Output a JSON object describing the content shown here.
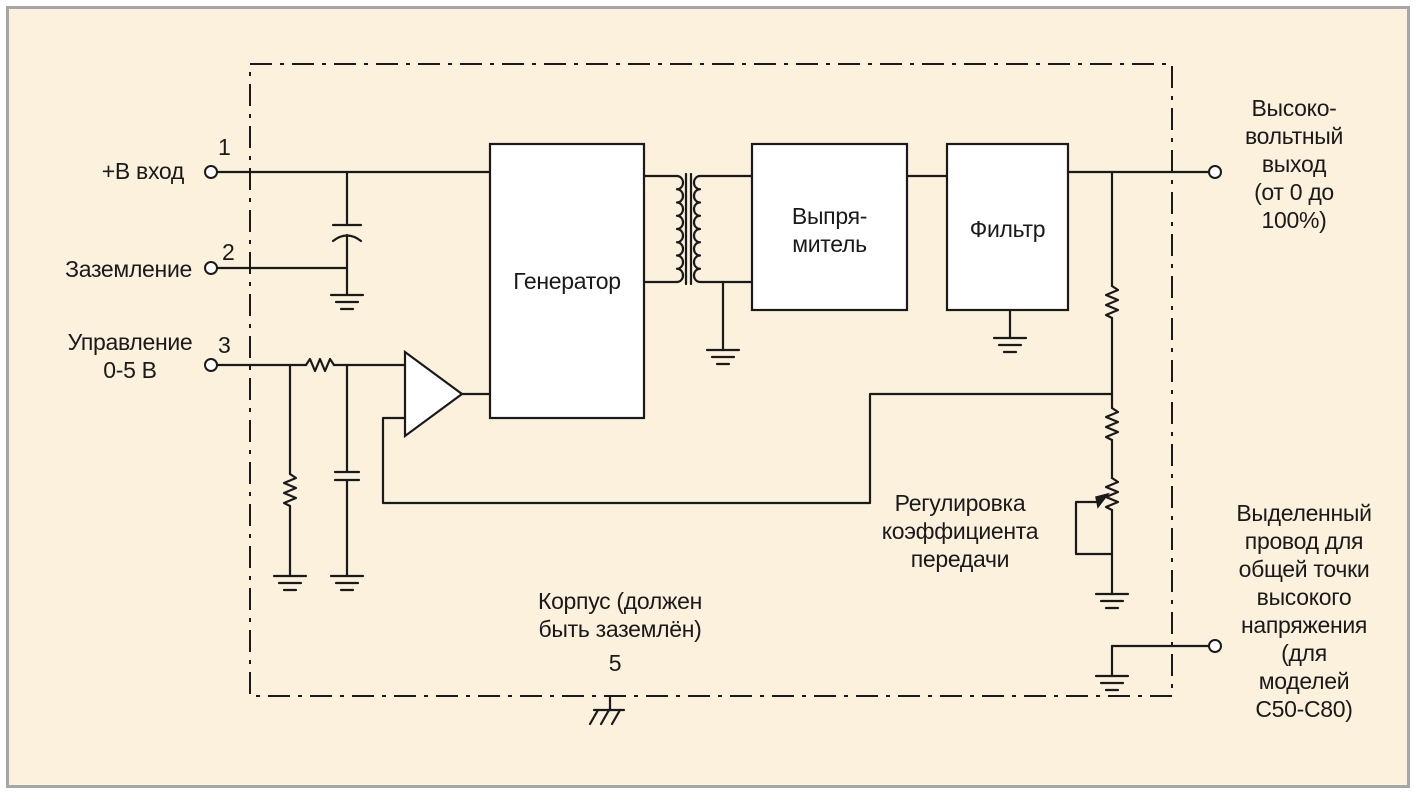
{
  "terminals": {
    "t1_number": "1",
    "t1_label": "+В вход",
    "t2_number": "2",
    "t2_label": "Заземление",
    "t3_number": "3",
    "t3_label": "Управление\n0-5 В",
    "t5_number": "5"
  },
  "blocks": {
    "generator": "Генератор",
    "rectifier": "Выпря-\nмитель",
    "filter": "Фильтр"
  },
  "outputs": {
    "hv_output": "Высоко-\nвольтный\nвыход\n(от 0 до\n100%)",
    "hv_common": "Выделенный\nпровод для\nобщей точки\nвысокого\nнапряжения\n(для\nмоделей\nC50-C80)"
  },
  "labels": {
    "gain_adjust": "Регулировка\nкоэффициента\nпередачи",
    "case": "Корпус (должен\nбыть заземлён)"
  },
  "colors": {
    "background": "#fbf1dd",
    "border": "#a6a6a6",
    "line": "#1a1a1a"
  }
}
